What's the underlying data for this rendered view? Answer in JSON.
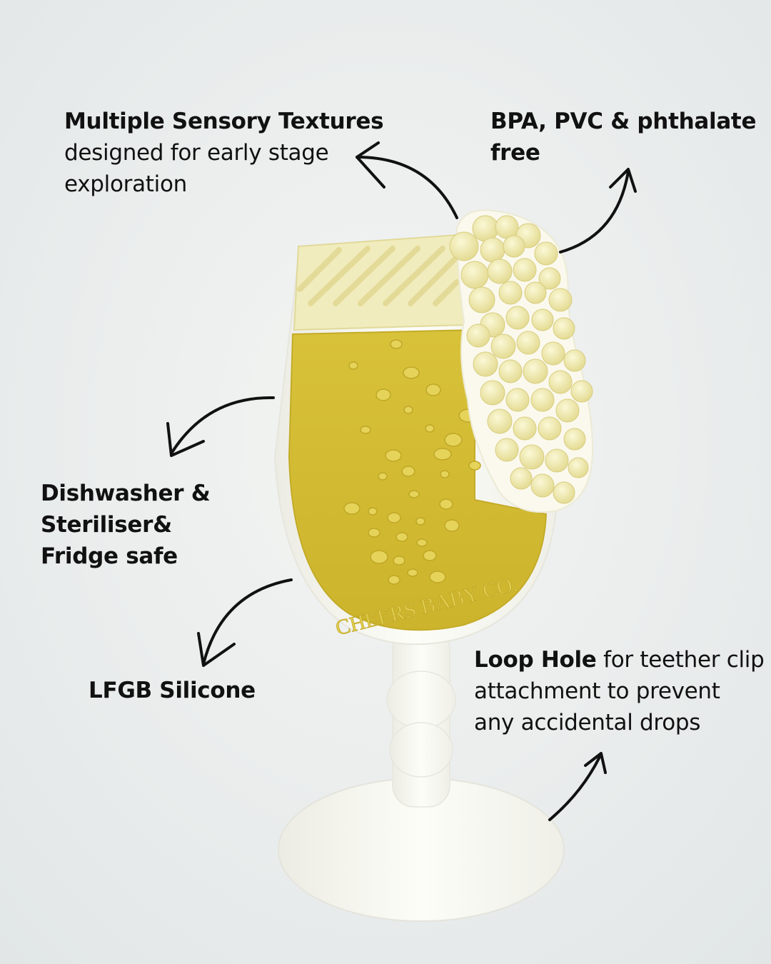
{
  "callouts": {
    "textures": {
      "title": "Multiple Sensory Textures",
      "body": "designed for early stage exploration"
    },
    "bpa": {
      "title": "BPA, PVC & phthalate free"
    },
    "dishwasher": {
      "lines": [
        "Dishwasher &",
        "Steriliser&",
        "Fridge safe"
      ]
    },
    "lfgb": {
      "title": "LFGB Silicone"
    },
    "loop": {
      "title": "Loop Hole",
      "body": " for teether clip attachment to prevent any accidental drops"
    }
  },
  "product": {
    "embossed_text": "CHEERS BABY CO."
  },
  "colors": {
    "liquid": "#d9c43c",
    "foam": "#f3eeb2",
    "frosted": "#fbfaf4",
    "background": "#e9ecec"
  }
}
